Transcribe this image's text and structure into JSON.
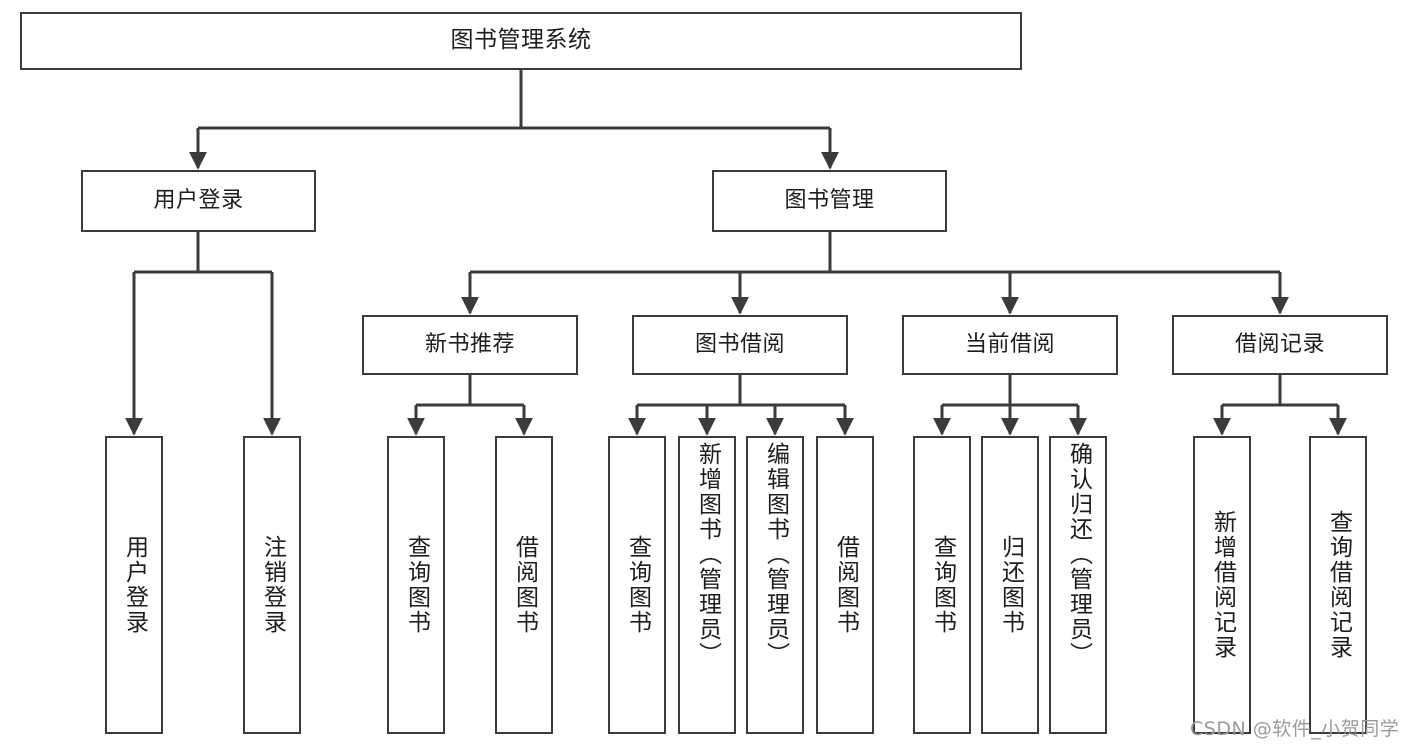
{
  "diagram": {
    "title": "图书管理系统",
    "type": "tree-hierarchy",
    "root": {
      "label": "图书管理系统"
    },
    "level2": [
      {
        "label": "用户登录"
      },
      {
        "label": "图书管理"
      }
    ],
    "level3": [
      {
        "label": "新书推荐"
      },
      {
        "label": "图书借阅"
      },
      {
        "label": "当前借阅"
      },
      {
        "label": "借阅记录"
      }
    ],
    "leaves": {
      "user_login": [
        {
          "label": "用户登录"
        },
        {
          "label": "注销登录"
        }
      ],
      "new_book_recommend": [
        {
          "label": "查询图书"
        },
        {
          "label": "借阅图书"
        }
      ],
      "book_borrow": [
        {
          "label": "查询图书"
        },
        {
          "label": "新增图书（管理员）"
        },
        {
          "label": "编辑图书（管理员）"
        },
        {
          "label": "借阅图书"
        }
      ],
      "current_borrow": [
        {
          "label": "查询图书"
        },
        {
          "label": "归还图书"
        },
        {
          "label": "确认归还（管理员）"
        }
      ],
      "borrow_record": [
        {
          "label": "新增借阅记录"
        },
        {
          "label": "查询借阅记录"
        }
      ]
    }
  },
  "watermark": {
    "text": "CSDN @软件_小贺同学"
  },
  "colors": {
    "border": "#3b3b3b",
    "text": "#1d1d1d",
    "background": "#ffffff",
    "edge": "#3b3b3b",
    "watermark": "#9a9a9a"
  }
}
